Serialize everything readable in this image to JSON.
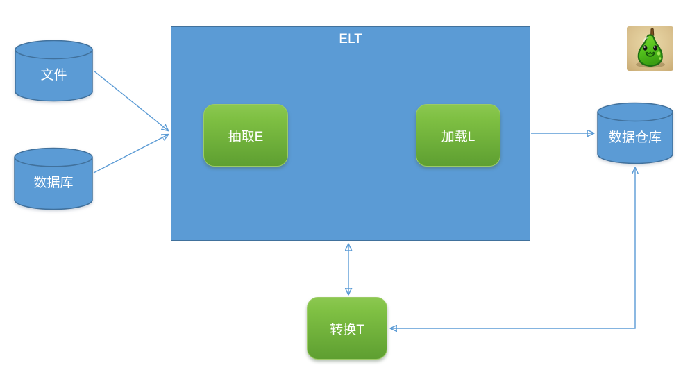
{
  "diagram": {
    "container_label": "ELT",
    "nodes": {
      "file": {
        "label": "文件",
        "shape": "cylinder"
      },
      "database": {
        "label": "数据库",
        "shape": "cylinder"
      },
      "extract": {
        "label": "抽取E",
        "shape": "rounded-rect"
      },
      "load": {
        "label": "加载L",
        "shape": "rounded-rect"
      },
      "warehouse": {
        "label": "数据仓库",
        "shape": "cylinder"
      },
      "transform": {
        "label": "转换T",
        "shape": "rounded-rect"
      }
    },
    "edges": [
      {
        "from": "file",
        "to": "elt-container",
        "style": "arrow"
      },
      {
        "from": "database",
        "to": "elt-container",
        "style": "arrow"
      },
      {
        "from": "elt-container",
        "to": "warehouse",
        "style": "arrow"
      },
      {
        "from": "elt-container",
        "to": "transform",
        "style": "double-arrow"
      },
      {
        "from": "warehouse",
        "to": "transform",
        "style": "double-arrow-elbow"
      }
    ],
    "colors": {
      "node_blue": "#5B9BD5",
      "node_blue_border": "#41719C",
      "node_green_top": "#84C346",
      "node_green_bottom": "#5E9F31",
      "connector": "#5B9BD5",
      "label_text": "#FFFFFF",
      "mascot_bg": "#D9C08D"
    }
  },
  "mascot": {
    "name": "pear-mascot"
  }
}
